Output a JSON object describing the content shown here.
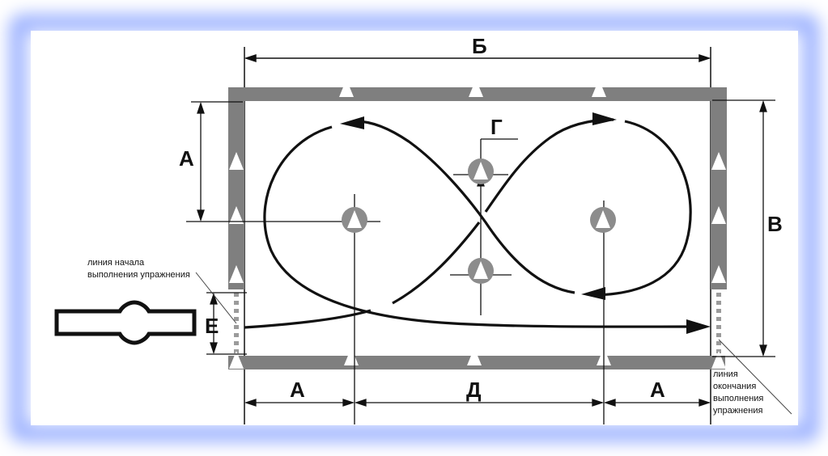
{
  "colors": {
    "glow": "#9fb4ff",
    "border": "#7f7f7f",
    "cone_fill": "#ffffff",
    "cone_ring": "#8c8c8c",
    "line": "#111111"
  },
  "dimensions": {
    "top_width": "Б",
    "left_a": "А",
    "right_height": "В",
    "center_g": "Г",
    "bottom_a_left": "А",
    "bottom_d": "Д",
    "bottom_a_right": "А",
    "gap_e": "Е"
  },
  "notes": {
    "start_line_1": "линия начала",
    "start_line_2": "выполнения упражнения",
    "finish_line_1": "линия",
    "finish_line_2": "окончания",
    "finish_line_3": "выполнения",
    "finish_line_4": "упражнения"
  },
  "icons": {
    "cone": "cone-icon",
    "vehicle": "vehicle-icon",
    "arrow": "arrowhead-icon"
  }
}
